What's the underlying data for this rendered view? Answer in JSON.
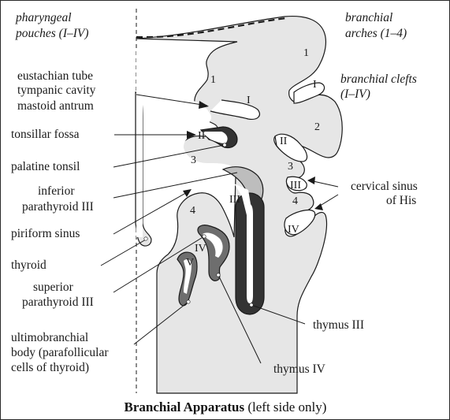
{
  "title_bold": "Branchial Apparatus",
  "title_rest": " (left side only)",
  "headers": {
    "pouches_line1": "pharyngeal",
    "pouches_line2": "pouches (I–IV)",
    "arches_line1": "branchial",
    "arches_line2": "arches (1–4)",
    "clefts_line1": "branchial clefts",
    "clefts_line2": "(I–IV)"
  },
  "labels": {
    "eustachian1": "eustachian tube",
    "eustachian2": "tympanic cavity",
    "eustachian3": "mastoid antrum",
    "tonsillar": "tonsillar fossa",
    "palatine": "palatine tonsil",
    "inferior1": "inferior",
    "inferior2": "parathyroid III",
    "piriform": "piriform sinus",
    "thyroid": "thyroid",
    "superior1": "superior",
    "superior2": "parathyroid III",
    "ultimo1": "ultimobranchial",
    "ultimo2": "body (parafollicular",
    "ultimo3": "cells of thyroid)",
    "cervical1": "cervical sinus",
    "cervical2": "of His",
    "thymus3": "thymus III",
    "thymus4": "thymus IV"
  },
  "numerals": {
    "arch1_top": "1",
    "arch1_left": "1",
    "arch2": "2",
    "arch3_right": "3",
    "arch3_left": "3",
    "arch4_right": "4",
    "arch4_left": "4",
    "pouch1": "I",
    "pouch2": "II",
    "pouch3": "III",
    "pouch4": "IV",
    "pouch5": "V",
    "cleft1": "I",
    "cleft2": "II",
    "cleft3": "III",
    "cleft4": "IV"
  },
  "colors": {
    "tissue": "#e6e6e6",
    "parathyroid_inferior": "#bdbdbd",
    "thymus": "#333333",
    "pouch4_derivative": "#6e6e6e",
    "outline": "#1a1a1a"
  }
}
